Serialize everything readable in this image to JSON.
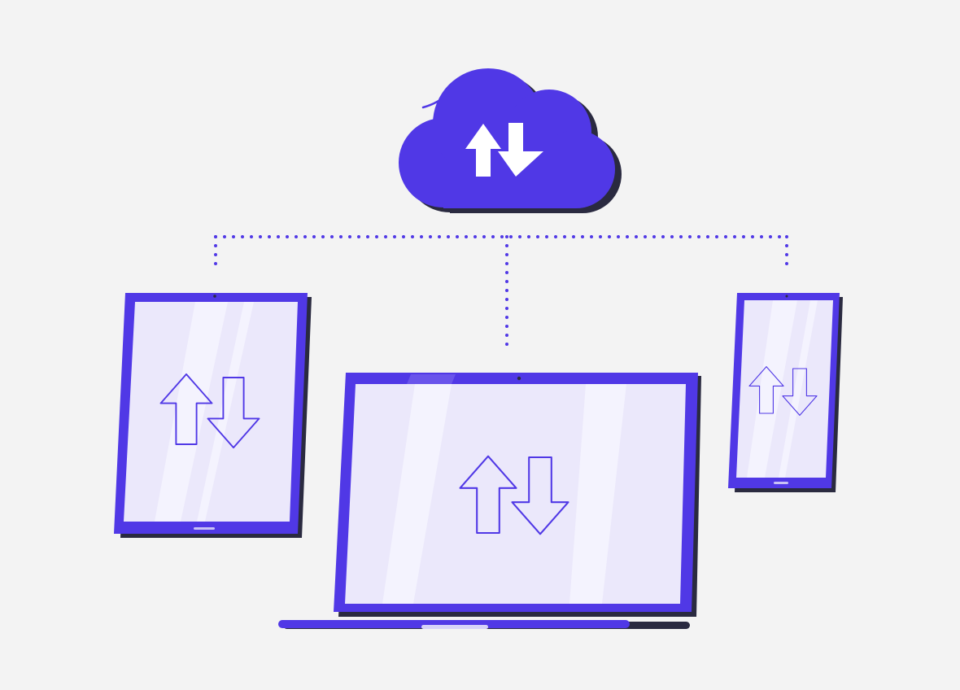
{
  "illustration": {
    "subject": "cloud-sync-across-devices",
    "colors": {
      "background": "#f3f3f3",
      "accent": "#5038e6",
      "shadow": "#2a2a40",
      "screen": "#ebe8fb",
      "screen_glare": "#f6f4fe",
      "arrow_stroke": "#5038e6",
      "cloud_arrow": "#ffffff"
    },
    "icons": {
      "cloud": "cloud-icon",
      "transfer": "upload-download-arrows-icon"
    },
    "devices": [
      "tablet",
      "laptop",
      "phone"
    ]
  }
}
